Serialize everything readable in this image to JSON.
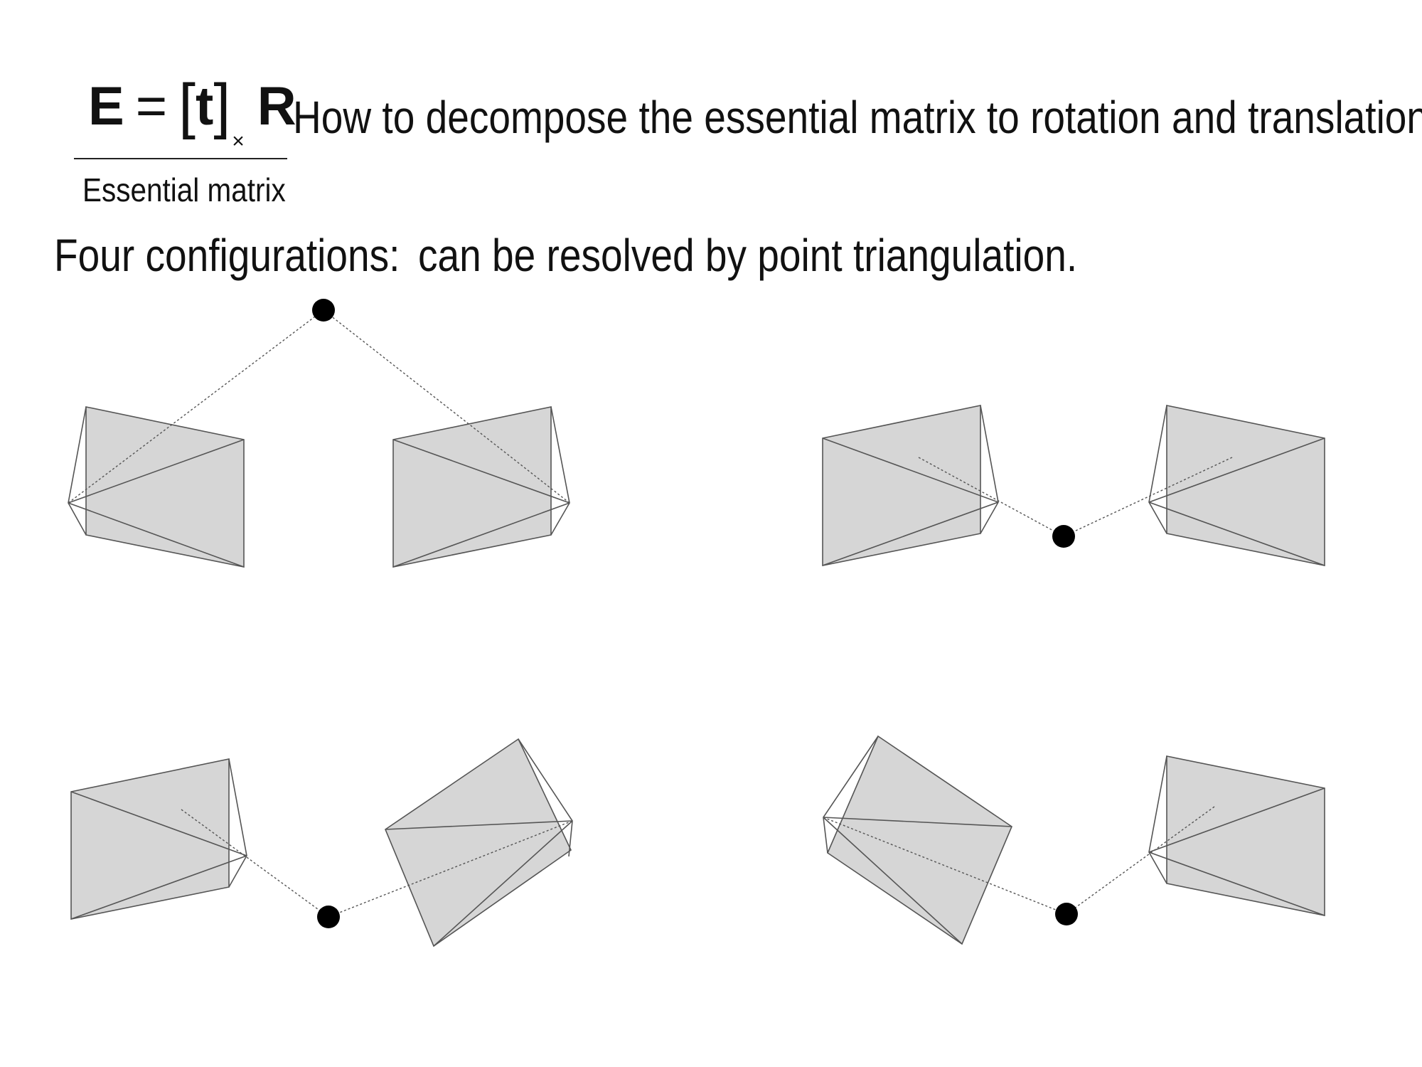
{
  "equation": {
    "lhs": "E",
    "equals": "=",
    "bracket_open": "[",
    "t": "t",
    "bracket_close": "]",
    "subscript": "×",
    "R": "R",
    "label": "Essential matrix"
  },
  "question": "How to decompose the essential matrix to rotation and translation?",
  "configurations": {
    "heading": "Four configurations:",
    "note": "can be resolved by point triangulation."
  },
  "colors": {
    "plane_fill": "#d6d6d6",
    "stroke": "#555555",
    "point": "#000000"
  }
}
